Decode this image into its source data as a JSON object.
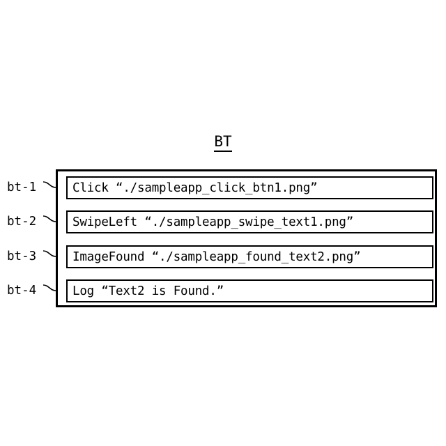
{
  "figure": {
    "title": "BT",
    "title_underlined": true,
    "background_color": "#ffffff",
    "line_color": "#000000"
  },
  "tree": {
    "nodes": [
      {
        "ref": "bt-1",
        "text": "Click “./sampleapp_click_btn1.png”",
        "action": "Click",
        "argument": "./sampleapp_click_btn1.png"
      },
      {
        "ref": "bt-2",
        "text": "SwipeLeft “./sampleapp_swipe_text1.png”",
        "action": "SwipeLeft",
        "argument": "./sampleapp_swipe_text1.png"
      },
      {
        "ref": "bt-3",
        "text": "ImageFound “./sampleapp_found_text2.png”",
        "action": "ImageFound",
        "argument": "./sampleapp_found_text2.png"
      },
      {
        "ref": "bt-4",
        "text": "Log “Text2 is Found.”",
        "action": "Log",
        "argument": "Text2 is Found."
      }
    ]
  }
}
